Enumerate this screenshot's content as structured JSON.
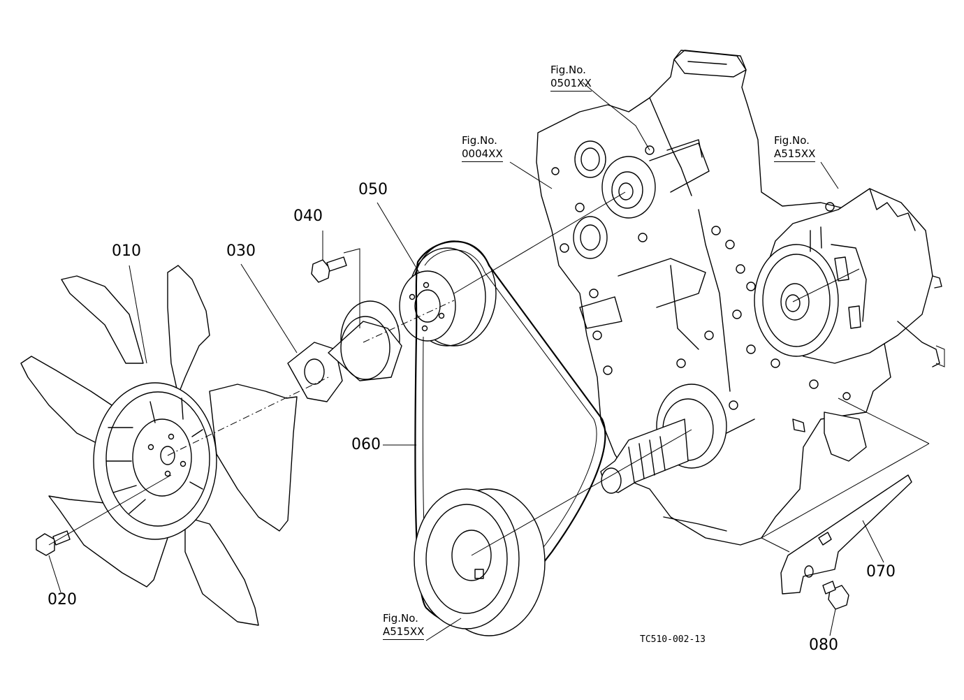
{
  "diagram": {
    "drawing_number": "TC510-002-13",
    "parts": [
      {
        "id": "part-010",
        "number": "010"
      },
      {
        "id": "part-020",
        "number": "020"
      },
      {
        "id": "part-030",
        "number": "030"
      },
      {
        "id": "part-040",
        "number": "040"
      },
      {
        "id": "part-050",
        "number": "050"
      },
      {
        "id": "part-060",
        "number": "060"
      },
      {
        "id": "part-070",
        "number": "070"
      },
      {
        "id": "part-080",
        "number": "080"
      }
    ],
    "figure_refs": [
      {
        "label": "Fig.No.",
        "code": "0501XX"
      },
      {
        "label": "Fig.No.",
        "code": "0004XX"
      },
      {
        "label": "Fig.No.",
        "code": "A515XX"
      },
      {
        "label": "Fig.No.",
        "code": "A515XX"
      }
    ]
  }
}
